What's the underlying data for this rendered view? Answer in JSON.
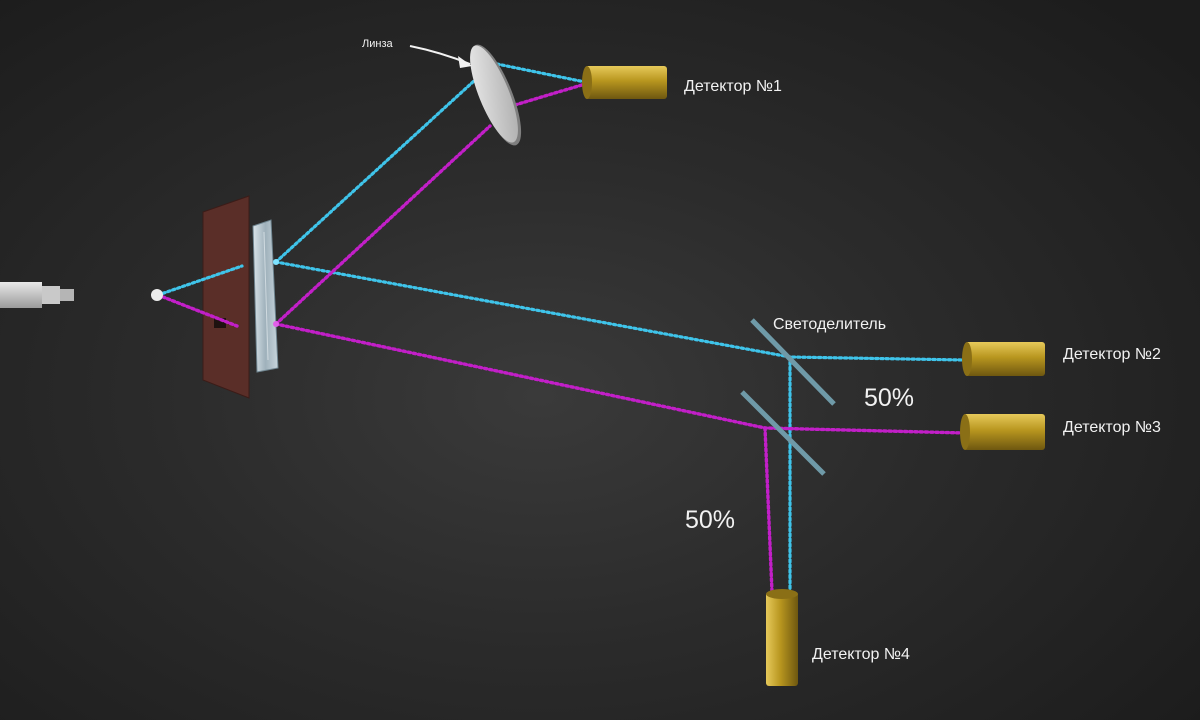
{
  "labels": {
    "lens": "Линза",
    "beam_splitter": "Светоделитель",
    "detector_1": "Детектор №1",
    "detector_2": "Детектор №2",
    "detector_3": "Детектор №3",
    "detector_4": "Детектор №4",
    "split_right": "50%",
    "split_down": "50%"
  },
  "colors": {
    "cyan_beam": "#3fc4ea",
    "magenta_beam": "#c21fc8",
    "detector_gold": "#b89a1e",
    "mount_brown": "#5a2e28",
    "background": "#2b2b2b"
  }
}
